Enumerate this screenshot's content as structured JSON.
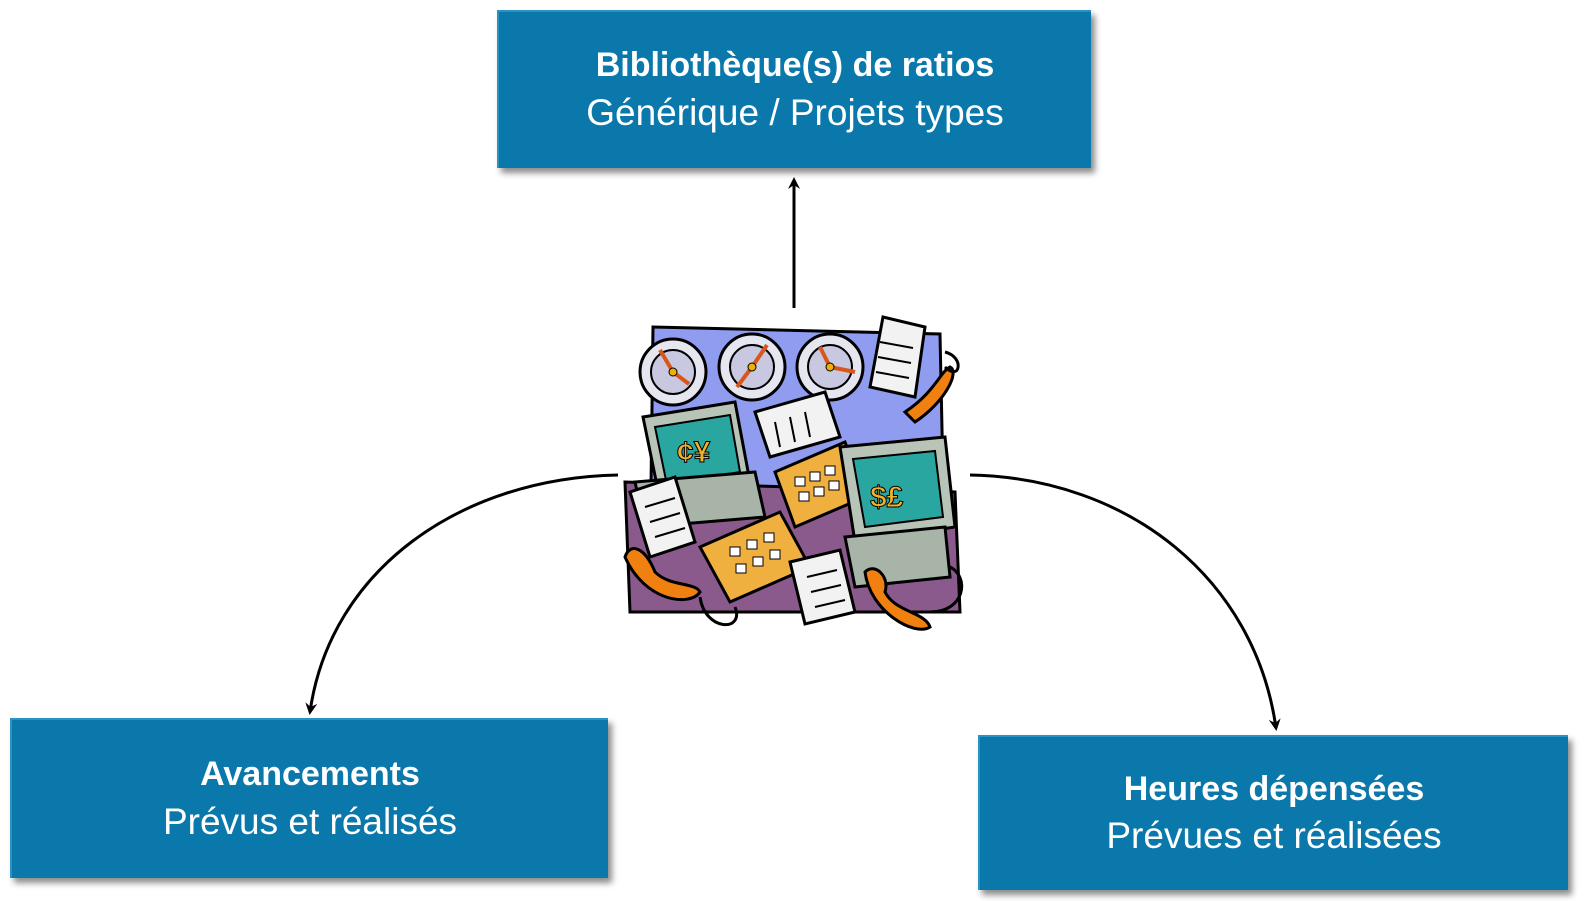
{
  "diagram": {
    "nodes": [
      {
        "id": "top",
        "title": "Bibliothèque(s) de ratios",
        "subtitle": "Générique / Projets types"
      },
      {
        "id": "left",
        "title": "Avancements",
        "subtitle": "Prévus et réalisés"
      },
      {
        "id": "right",
        "title": "Heures dépensées",
        "subtitle": "Prévues et réalisées"
      }
    ],
    "center_image": {
      "icon": "office-clipart-icon"
    },
    "edges": [
      {
        "from": "center",
        "to": "top"
      },
      {
        "from": "center",
        "to": "left"
      },
      {
        "from": "center",
        "to": "right"
      }
    ],
    "colors": {
      "box_fill": "#0a78ab",
      "box_text": "#ffffff",
      "arrow": "#000000"
    }
  }
}
